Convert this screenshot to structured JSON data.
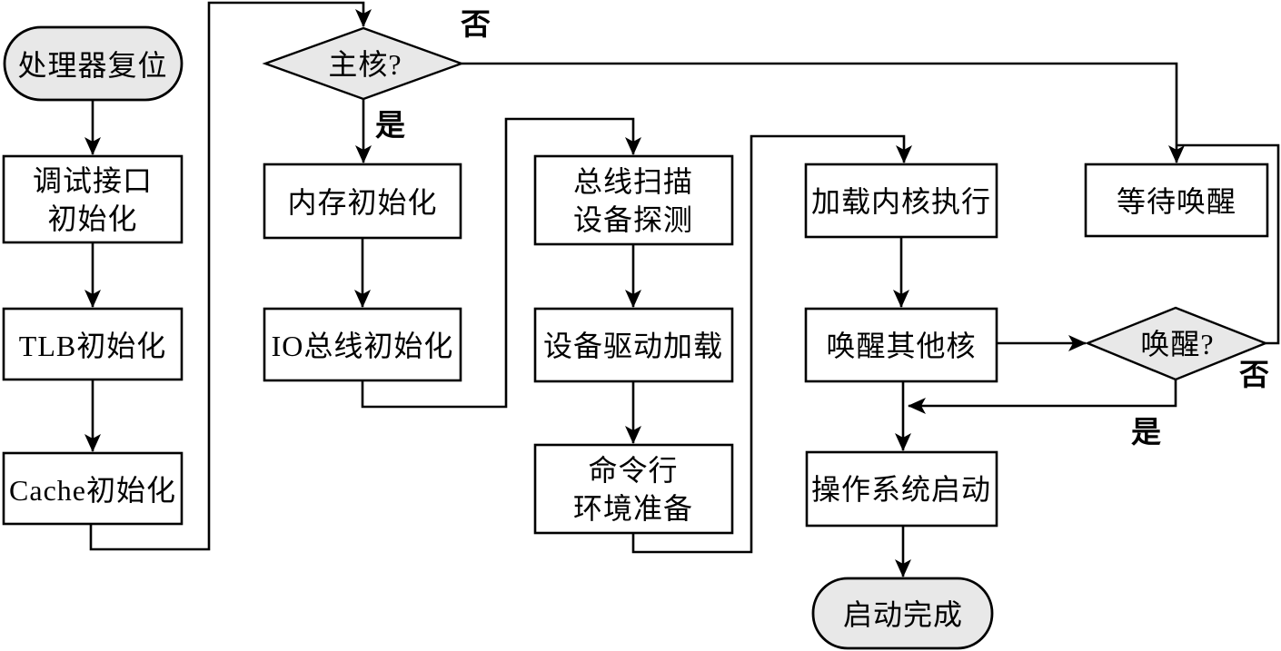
{
  "diagram": {
    "type": "flowchart",
    "language": "zh",
    "topic": "处理器启动流程图",
    "colors": {
      "background": "#ffffff",
      "process_fill": "#ffffff",
      "terminal_fill": "#e8e8e8",
      "decision_fill": "#e8e8e8",
      "stroke": "#000000",
      "text": "#000000"
    },
    "nodes": {
      "start": {
        "label": "处理器复位",
        "shape": "stadium"
      },
      "debug_init": {
        "label": "调试接口初始化",
        "line1": "调试接口",
        "line2": "初始化",
        "shape": "rect"
      },
      "tlb_init": {
        "label": "TLB初始化",
        "shape": "rect"
      },
      "cache_init": {
        "label": "Cache初始化",
        "shape": "rect"
      },
      "main_core": {
        "label": "主核?",
        "shape": "diamond"
      },
      "mem_init": {
        "label": "内存初始化",
        "shape": "rect"
      },
      "io_bus_init": {
        "label": "IO总线初始化",
        "shape": "rect"
      },
      "bus_scan": {
        "label": "总线扫描设备探测",
        "line1": "总线扫描",
        "line2": "设备探测",
        "shape": "rect"
      },
      "driver_load": {
        "label": "设备驱动加载",
        "shape": "rect"
      },
      "cmdline_env": {
        "label": "命令行环境准备",
        "line1": "命令行",
        "line2": "环境准备",
        "shape": "rect"
      },
      "kernel_exec": {
        "label": "加载内核执行",
        "shape": "rect"
      },
      "wake_others": {
        "label": "唤醒其他核",
        "shape": "rect"
      },
      "os_start": {
        "label": "操作系统启动",
        "shape": "rect"
      },
      "done": {
        "label": "启动完成",
        "shape": "stadium"
      },
      "wait_wakeup": {
        "label": "等待唤醒",
        "shape": "rect"
      },
      "wakeup": {
        "label": "唤醒?",
        "shape": "diamond"
      }
    },
    "edge_labels": {
      "main_core_yes": "是",
      "main_core_no": "否",
      "wakeup_yes": "是",
      "wakeup_no": "否"
    }
  }
}
